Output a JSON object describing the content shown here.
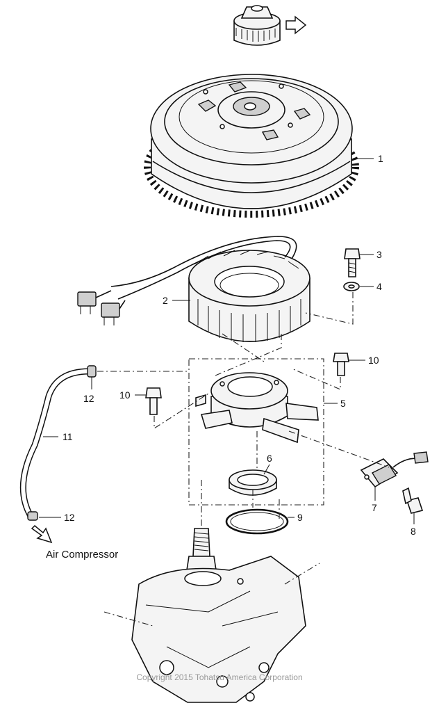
{
  "callouts": {
    "c1": "1",
    "c2": "2",
    "c3": "3",
    "c4": "4",
    "c5": "5",
    "c6": "6",
    "c7": "7",
    "c8": "8",
    "c9": "9",
    "c10a": "10",
    "c10b": "10",
    "c11": "11",
    "c12a": "12",
    "c12b": "12"
  },
  "caption_air_compressor": "Air Compressor",
  "copyright": "Copyright 2015 Tohatsu America Corporation"
}
